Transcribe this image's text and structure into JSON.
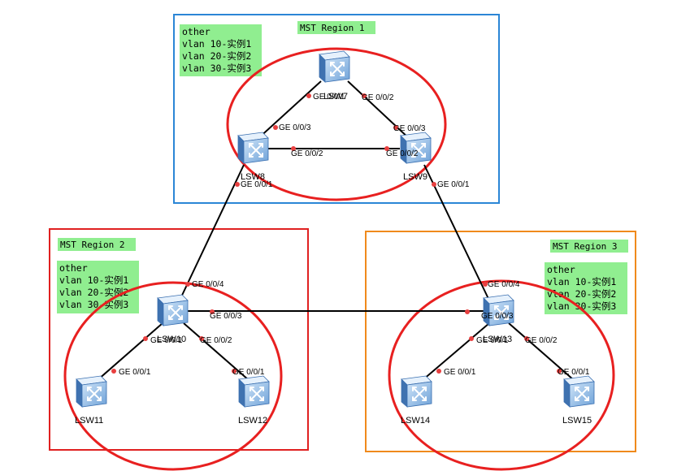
{
  "regions": [
    {
      "id": "r1",
      "title": "MST Region 1",
      "border": "#2b86d6",
      "notes": [
        "other",
        "vlan 10-实例1",
        "vlan 20-实例2",
        "vlan 30-实例3"
      ]
    },
    {
      "id": "r2",
      "title": "MST Region 2",
      "border": "#e02020",
      "notes": [
        "other",
        "vlan 10-实例1",
        "vlan 20-实例2",
        "vlan 30-实例3"
      ]
    },
    {
      "id": "r3",
      "title": "MST Region 3",
      "border": "#f08a1c",
      "notes": [
        "other",
        "vlan 10-实例1",
        "vlan 20-实例2",
        "vlan 30-实例3"
      ]
    }
  ],
  "devices": {
    "lsw7": "LSW7",
    "lsw8": "LSW8",
    "lsw9": "LSW9",
    "lsw10": "LSW10",
    "lsw11": "LSW11",
    "lsw12": "LSW12",
    "lsw13": "LSW13",
    "lsw14": "LSW14",
    "lsw15": "LSW15"
  },
  "ports": {
    "p7_1": "GE 0/0/1",
    "p7_2": "GE 0/0/2",
    "p8_3": "GE 0/0/3",
    "p8_2": "GE 0/0/2",
    "p8_1": "GE 0/0/1",
    "p9_3": "GE 0/0/3",
    "p9_2": "GE 0/0/2",
    "p9_1": "GE 0/0/1",
    "p10_4": "GE 0/0/4",
    "p10_3": "GE 0/0/3",
    "p10_1": "GE 0/0/1",
    "p10_2": "GE 0/0/2",
    "p11_1": "GE 0/0/1",
    "p12_1": "GE 0/0/1",
    "p13_4": "GE 0/0/4",
    "p13_3": "GE 0/0/3",
    "p13_1": "GE 0/0/1",
    "p13_2": "GE 0/0/2",
    "p14_1": "GE 0/0/1",
    "p15_1": "GE 0/0/1"
  },
  "colors": {
    "note_bg": "#90ee90",
    "ring": "#e82020",
    "port_dot": "#e84040",
    "switch_body": "#7fb3e6",
    "switch_dark": "#3a6fb0"
  }
}
